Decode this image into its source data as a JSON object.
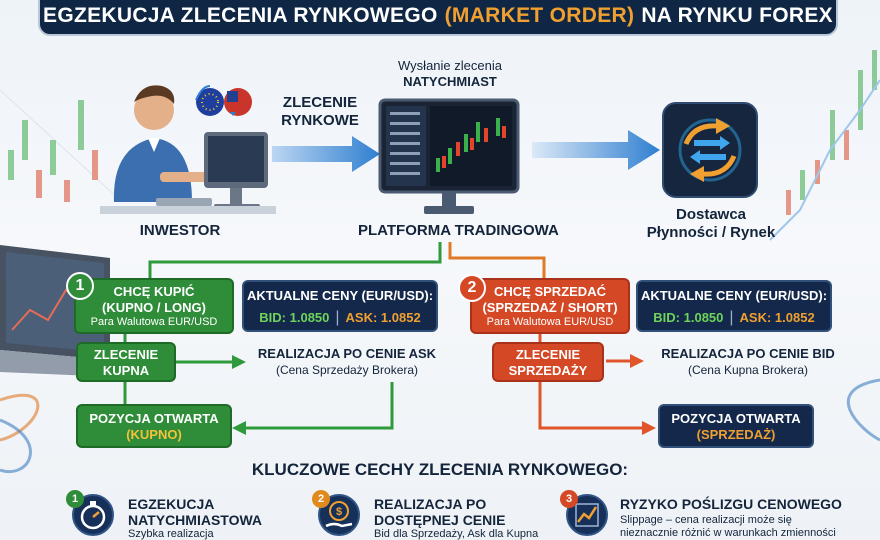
{
  "title": {
    "part1": "EGZEKUCJA ZLECENIA RYNKOWEGO",
    "highlight": "(MARKET ORDER)",
    "part2": "NA RYNKU FOREX"
  },
  "top_flow": {
    "investor_label": "INWESTOR",
    "order_label_line1": "ZLECENIE",
    "order_label_line2": "RYNKOWE",
    "send_label_line1": "Wysłanie zlecenia",
    "send_label_line2": "NATYCHMIAST",
    "platform_label": "PLATFORMA TRADINGOWA",
    "provider_label_line1": "Dostawca",
    "provider_label_line2": "Płynności / Rynek"
  },
  "buy_side": {
    "number": "1",
    "box_line1": "CHCĘ KUPIĆ",
    "box_line2": "(KUPNO / LONG)",
    "box_sub": "Para Walutowa EUR/USD",
    "prices_title": "AKTUALNE CENY (EUR/USD):",
    "bid": "BID: 1.0850",
    "ask": "ASK: 1.0852",
    "sep": "|",
    "order_line1": "ZLECENIE",
    "order_line2": "KUPNA",
    "realization_title": "REALIZACJA PO CENIE ASK",
    "realization_sub": "(Cena Sprzedaży Brokera)",
    "position_line1": "POZYCJA OTWARTA",
    "position_line2": "(KUPNO)"
  },
  "sell_side": {
    "number": "2",
    "box_line1": "CHCĘ SPRZEDAĆ",
    "box_line2": "(SPRZEDAŻ / SHORT)",
    "box_sub": "Para Walutowa EUR/USD",
    "prices_title": "AKTUALNE CENY (EUR/USD):",
    "bid": "BID: 1.0850",
    "ask": "ASK: 1.0852",
    "sep": "|",
    "order_line1": "ZLECENIE",
    "order_line2": "SPRZEDAŻY",
    "realization_title": "REALIZACJA PO CENIE BID",
    "realization_sub": "(Cena Kupna Brokera)",
    "position_line1": "POZYCJA OTWARTA",
    "position_line2": "(SPRZEDAŻ)"
  },
  "features": {
    "heading": "KLUCZOWE CECHY ZLECENIA RYNKOWEGO:",
    "items": [
      {
        "number": "1",
        "title_line1": "EGZEKUCJA",
        "title_line2": "NATYCHMIASTOWA",
        "sub_line1": "Szybka realizacja",
        "sub_line2": "",
        "color": "#2f8d3a",
        "icon": "stopwatch-icon"
      },
      {
        "number": "2",
        "title_line1": "REALIZACJA PO",
        "title_line2": "DOSTĘPNEJ CENIE",
        "sub_line1": "Bid dla Sprzedaży, Ask dla Kupna",
        "sub_line2": "",
        "color": "#e08a1e",
        "icon": "money-hand-icon"
      },
      {
        "number": "3",
        "title_line1": "RYZYKO POŚLIZGU CENOWEGO",
        "title_line2": "",
        "sub_line1": "Slippage – cena realizacji może się",
        "sub_line2": "nieznacznie różnić w warunkach zmienności",
        "color": "#d54826",
        "icon": "slippage-chart-icon"
      }
    ]
  },
  "colors": {
    "navy": "#0f2744",
    "green": "#2f8d3a",
    "red": "#d54826",
    "orange": "#f0a030",
    "blue_arrow": "#2f7fd0"
  }
}
